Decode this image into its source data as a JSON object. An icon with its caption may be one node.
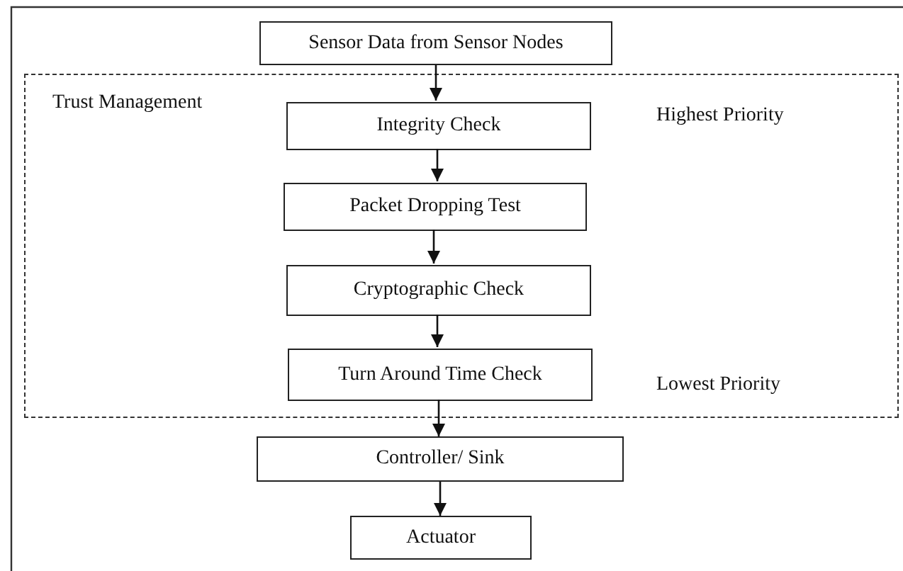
{
  "diagram": {
    "nodes": [
      {
        "text": [
          "Sensor Data from Sensor Nodes"
        ]
      },
      {
        "text": [
          "Trust Management"
        ]
      },
      {
        "text": [
          "Integrity Check"
        ],
        "in": 1
      },
      {
        "text": [
          "Packet Dropping Test"
        ],
        "in": 1
      },
      {
        "text": [
          "Cryptographic Check"
        ],
        "in": 1
      },
      {
        "text": [
          "Turn Around Time Check"
        ],
        "in": 1
      },
      {
        "text": [
          "Controller/ Sink"
        ]
      },
      {
        "text": [
          "Actuator"
        ]
      }
    ],
    "edges": [
      {
        "from": 0,
        "to": 2,
        "arrow": "to"
      },
      {
        "from": 2,
        "to": 3,
        "arrow": "to"
      },
      {
        "from": 3,
        "to": 4,
        "arrow": "to"
      },
      {
        "from": 4,
        "to": 5,
        "arrow": "to"
      },
      {
        "from": 5,
        "to": 6,
        "arrow": "to"
      },
      {
        "from": 6,
        "to": 7,
        "arrow": "to"
      }
    ],
    "labels": [
      "Highest Priority",
      "Lowest Priority"
    ]
  }
}
